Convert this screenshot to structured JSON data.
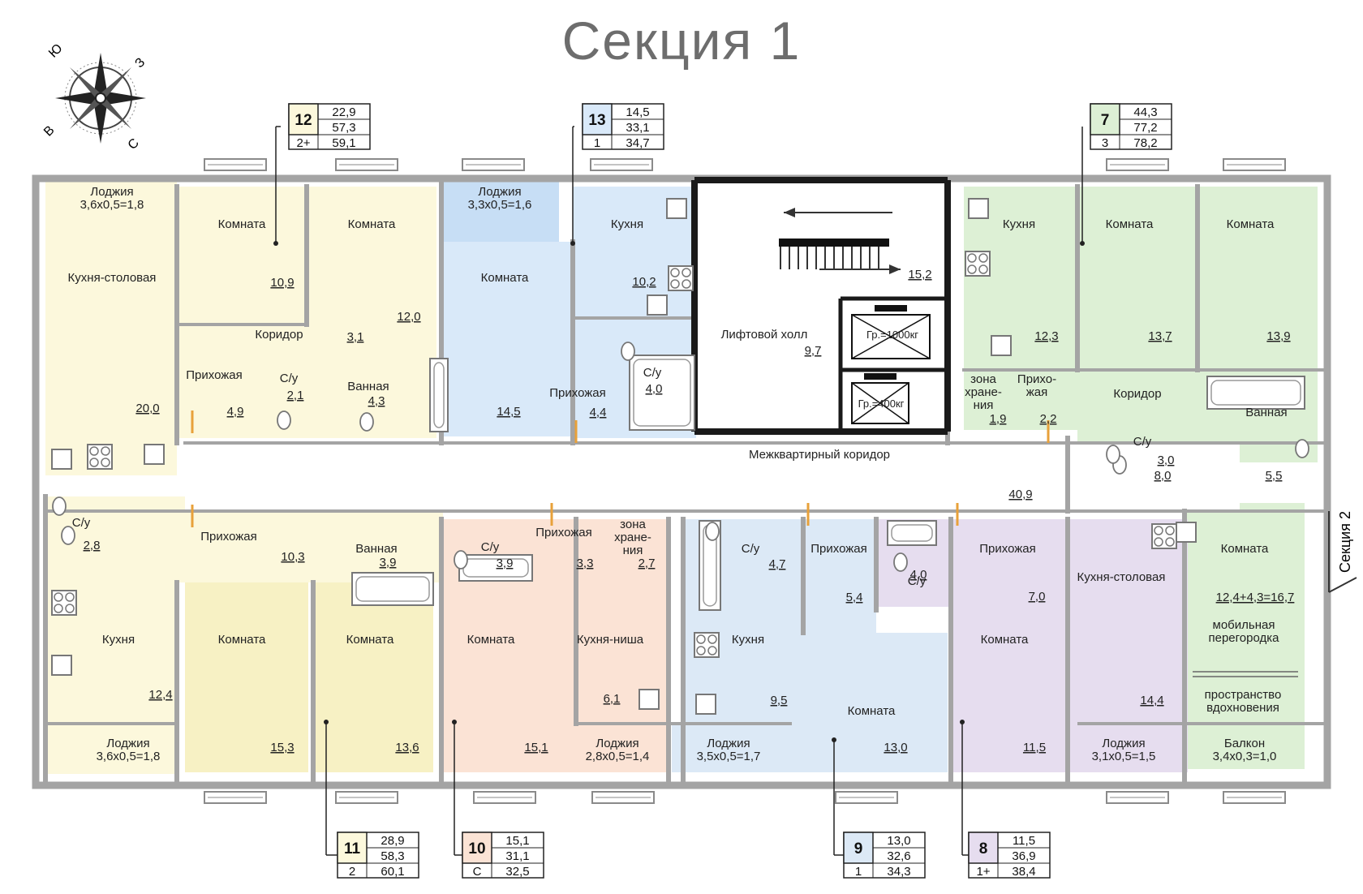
{
  "title": "Секция 1",
  "side_label": "Секция 2",
  "compass": {
    "n": "Ю",
    "e": "З",
    "s": "С",
    "w": "В"
  },
  "colors": {
    "yellow": "#fcf8dc",
    "yellow2": "#f7f1c4",
    "blue": "#d9e9f9",
    "blue_loggia": "#c7def5",
    "green": "#ddf0d5",
    "peach": "#fbe3d5",
    "light_blue": "#dce9f6",
    "purple": "#e6ddef",
    "wall": "#a4a4a4",
    "accent": "#e8a13a"
  },
  "common": {
    "elevator_hall": "Лифтовой холл",
    "elevator_hall_area": "9,7",
    "stair_area": "15,2",
    "lift1": "Гр.=1000кг",
    "lift2": "Гр.=400кг",
    "corridor": "Межквартирный коридор",
    "corridor_area": "40,9"
  },
  "apartments": [
    {
      "num": "12",
      "v1": "22,9",
      "v2": "57,3",
      "rooms": "2+",
      "v3": "59,1"
    },
    {
      "num": "13",
      "v1": "14,5",
      "v2": "33,1",
      "rooms": "1",
      "v3": "34,7"
    },
    {
      "num": "7",
      "v1": "44,3",
      "v2": "77,2",
      "rooms": "3",
      "v3": "78,2"
    },
    {
      "num": "11",
      "v1": "28,9",
      "v2": "58,3",
      "rooms": "2",
      "v3": "60,1"
    },
    {
      "num": "10",
      "v1": "15,1",
      "v2": "31,1",
      "rooms": "С",
      "v3": "32,5"
    },
    {
      "num": "9",
      "v1": "13,0",
      "v2": "32,6",
      "rooms": "1",
      "v3": "34,3"
    },
    {
      "num": "8",
      "v1": "11,5",
      "v2": "36,9",
      "rooms": "1+",
      "v3": "38,4"
    }
  ],
  "rooms": [
    {
      "label": "Лоджия\n3,6х0,5=1,8",
      "area": ""
    },
    {
      "label": "Кухня-столовая",
      "area": "20,0"
    },
    {
      "label": "Комната",
      "area": "10,9"
    },
    {
      "label": "Комната",
      "area": "12,0"
    },
    {
      "label": "Коридор",
      "area": "3,1"
    },
    {
      "label": "Прихожая",
      "area": "4,9"
    },
    {
      "label": "С/у",
      "area": "2,1"
    },
    {
      "label": "Ванная",
      "area": "4,3"
    },
    {
      "label": "Лоджия\n3,3х0,5=1,6",
      "area": ""
    },
    {
      "label": "Комната",
      "area": "14,5"
    },
    {
      "label": "Кухня",
      "area": "10,2"
    },
    {
      "label": "Прихожая",
      "area": "4,4"
    },
    {
      "label": "С/у",
      "area": "4,0"
    },
    {
      "label": "Кухня",
      "area": "12,3"
    },
    {
      "label": "Комната",
      "area": "13,7"
    },
    {
      "label": "Комната",
      "area": "13,9"
    },
    {
      "label": "зона\nхране-\nния",
      "area": "1,9"
    },
    {
      "label": "Прихо-\nжая",
      "area": "2,2"
    },
    {
      "label": "Коридор",
      "area": "8,0"
    },
    {
      "label": "Ванная",
      "area": "5,5"
    },
    {
      "label": "С/у",
      "area": "3,0"
    },
    {
      "label": "С/у",
      "area": "2,8"
    },
    {
      "label": "Прихожая",
      "area": "10,3"
    },
    {
      "label": "Ванная",
      "area": "3,9"
    },
    {
      "label": "Кухня",
      "area": "12,4"
    },
    {
      "label": "Комната",
      "area": "15,3"
    },
    {
      "label": "Комната",
      "area": "13,6"
    },
    {
      "label": "Лоджия\n3,6х0,5=1,8",
      "area": ""
    },
    {
      "label": "С/у",
      "area": "3,9"
    },
    {
      "label": "Прихожая",
      "area": "3,3"
    },
    {
      "label": "зона\nхране-\nния",
      "area": "2,7"
    },
    {
      "label": "Комната",
      "area": "15,1"
    },
    {
      "label": "Кухня-ниша",
      "area": "6,1"
    },
    {
      "label": "Лоджия\n2,8х0,5=1,4",
      "area": ""
    },
    {
      "label": "С/у",
      "area": "4,7"
    },
    {
      "label": "Прихожая",
      "area": "5,4"
    },
    {
      "label": "Кухня",
      "area": "9,5"
    },
    {
      "label": "Комната",
      "area": "13,0"
    },
    {
      "label": "Лоджия\n3,5х0,5=1,7",
      "area": ""
    },
    {
      "label": "С/у",
      "area": "4,0"
    },
    {
      "label": "Прихожая",
      "area": "7,0"
    },
    {
      "label": "Комната",
      "area": "11,5"
    },
    {
      "label": "Кухня-столовая",
      "area": "14,4"
    },
    {
      "label": "Лоджия\n3,1х0,5=1,5",
      "area": ""
    },
    {
      "label": "Комната",
      "area": "12,4+4,3=16,7"
    },
    {
      "label": "мобильная\nперегородка",
      "area": ""
    },
    {
      "label": "пространство\nвдохновения",
      "area": ""
    },
    {
      "label": "Балкон\n3,4х0,3=1,0",
      "area": ""
    }
  ]
}
